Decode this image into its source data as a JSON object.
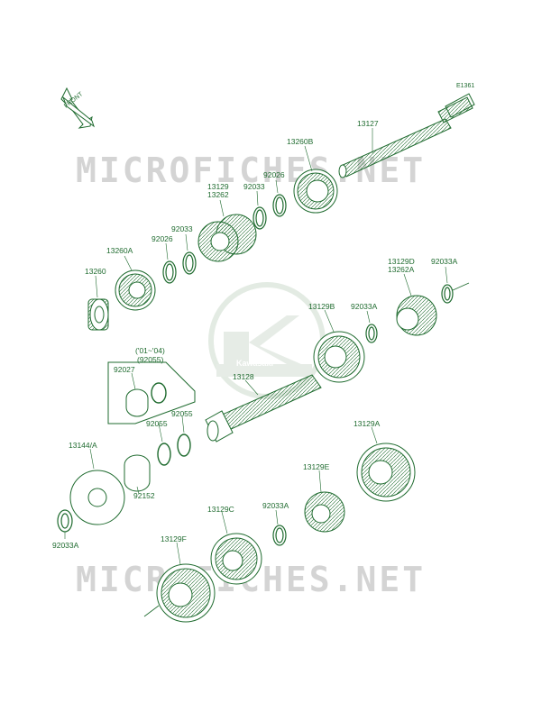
{
  "diagram": {
    "code": "E1361",
    "watermark_top": "MICROFICHES.NET",
    "watermark_bottom": "MICROFICHES.NET",
    "logo_text": "Kawasaki",
    "front_label": "FRONT",
    "colors": {
      "line": "#1f6b2f",
      "watermark": "#d4d4d4",
      "logo": "#e6ece6"
    },
    "labels": {
      "p13127": "13127",
      "p13260b": "13260B",
      "p92026_a": "92026",
      "p92033_a": "92033",
      "p13129": "13129",
      "p13262": "13262",
      "p92033_b": "92033",
      "p92026_b": "92026",
      "p13260a": "13260A",
      "p13260": "13260",
      "p13129d": "13129D",
      "p13262a": "13262A",
      "p92033a_a": "92033A",
      "p13129b": "13129B",
      "p92033a_b": "92033A",
      "p13128": "13128",
      "variant": "('01~'04)",
      "p92055_paren": "(92055)",
      "p92027": "92027",
      "p92055_a": "92055",
      "p92055_b": "92055",
      "p13144a": "13144/A",
      "p92152": "92152",
      "p92033a_c": "92033A",
      "p13129a": "13129A",
      "p13129e": "13129E",
      "p92033a_d": "92033A",
      "p13129c": "13129C",
      "p13129f": "13129F"
    }
  }
}
